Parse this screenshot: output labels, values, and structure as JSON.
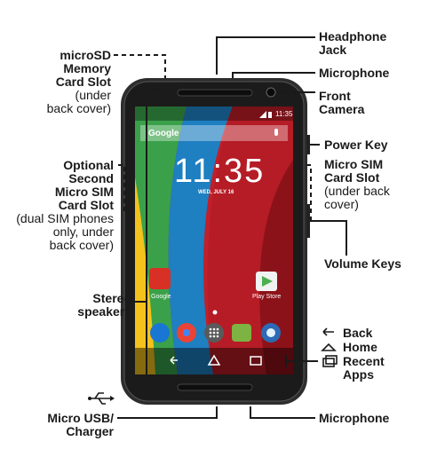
{
  "labels": {
    "headphone_jack": [
      "Headphone",
      "Jack"
    ],
    "microphone_top": "Microphone",
    "front_camera": [
      "Front",
      "Camera"
    ],
    "power_key": "Power Key",
    "micro_sim_slot": [
      "Micro SIM",
      "Card Slot"
    ],
    "micro_sim_note": [
      "(under back",
      "cover)"
    ],
    "volume_keys": "Volume Keys",
    "back": "Back",
    "home": "Home",
    "recent_apps": [
      "Recent",
      "Apps"
    ],
    "microphone_bottom": "Microphone",
    "micro_usb": [
      "Micro USB/",
      "Charger"
    ],
    "microsd_slot": [
      "microSD",
      "Memory",
      "Card Slot"
    ],
    "microsd_note": [
      "(under",
      "back cover)"
    ],
    "second_sim": [
      "Optional",
      "Second",
      "Micro SIM",
      "Card Slot"
    ],
    "second_sim_note": [
      "(dual SIM phones",
      "only, under",
      "back cover)"
    ],
    "stereo_speakers": [
      "Stereo",
      "speakers"
    ]
  },
  "screen": {
    "status_time": "11:35",
    "search_text": "Google",
    "clock": "11:35",
    "date": "WED, JULY 16",
    "app_google": "Google",
    "app_playstore": "Play Store"
  },
  "colors": {
    "phone_body": "#2b2b2b",
    "label_text": "#1a1a1a"
  }
}
